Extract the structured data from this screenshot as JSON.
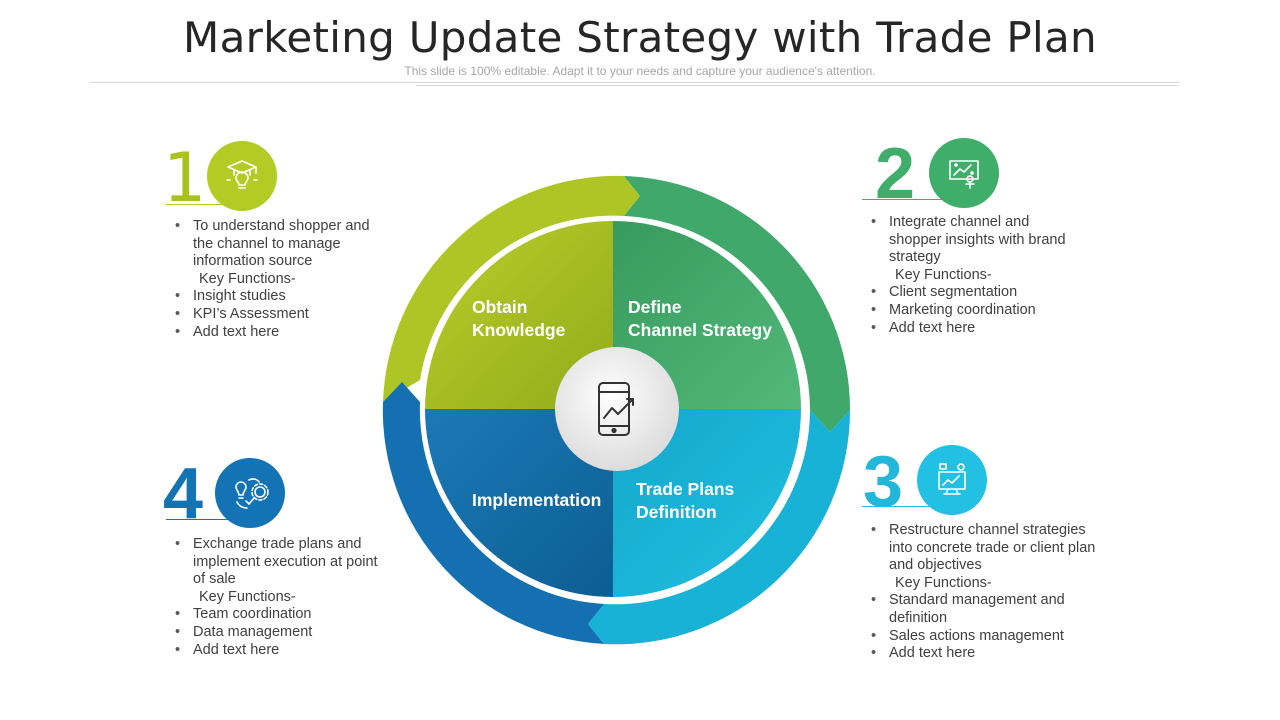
{
  "title": "Marketing Update Strategy with Trade Plan",
  "subtitle": "This slide is 100% editable. Adapt it to your needs and capture your audience's attention.",
  "colors": {
    "green_light": "#b3cc25",
    "green": "#3fae6a",
    "cyan": "#22c1e3",
    "blue": "#1373b4"
  },
  "wheel": {
    "center_icon": "smartphone-growth-chart-icon",
    "quadrants": [
      {
        "line1": "Obtain",
        "line2": "Knowledge"
      },
      {
        "line1": "Define",
        "line2": "Channel Strategy"
      },
      {
        "line1": "Trade Plans",
        "line2": "Definition"
      },
      {
        "line1": "Implementation",
        "line2": ""
      }
    ]
  },
  "steps": [
    {
      "number": "1",
      "icon": "graduation-cap-lightbulb-icon",
      "items": [
        {
          "text": "To understand shopper and",
          "bullet": true
        },
        {
          "text": "the channel to manage",
          "bullet": false
        },
        {
          "text": "information source",
          "bullet": false
        },
        {
          "text": "Key Functions-",
          "bullet": false,
          "sub": true
        },
        {
          "text": "Insight studies",
          "bullet": true
        },
        {
          "text": "KPI’s Assessment",
          "bullet": true
        },
        {
          "text": "Add text here",
          "bullet": true
        }
      ]
    },
    {
      "number": "2",
      "icon": "presentation-board-icon",
      "items": [
        {
          "text": "Integrate channel and",
          "bullet": true
        },
        {
          "text": "shopper insights with brand",
          "bullet": false
        },
        {
          "text": "strategy",
          "bullet": false
        },
        {
          "text": "Key Functions-",
          "bullet": false,
          "sub": true
        },
        {
          "text": "Client segmentation",
          "bullet": true
        },
        {
          "text": "Marketing coordination",
          "bullet": true
        },
        {
          "text": "Add text here",
          "bullet": true
        }
      ]
    },
    {
      "number": "3",
      "icon": "monitor-analytics-icon",
      "items": [
        {
          "text": "Restructure channel strategies",
          "bullet": true
        },
        {
          "text": "into concrete trade or client plan",
          "bullet": false
        },
        {
          "text": "and objectives",
          "bullet": false
        },
        {
          "text": "Key Functions-",
          "bullet": false,
          "sub": true
        },
        {
          "text": "Standard management and",
          "bullet": true
        },
        {
          "text": "definition",
          "bullet": false
        },
        {
          "text": "Sales actions management",
          "bullet": true
        },
        {
          "text": "Add text here",
          "bullet": true
        }
      ]
    },
    {
      "number": "4",
      "icon": "idea-gear-check-icon",
      "items": [
        {
          "text": "Exchange trade plans and",
          "bullet": true
        },
        {
          "text": "implement execution at point",
          "bullet": false
        },
        {
          "text": "of sale",
          "bullet": false
        },
        {
          "text": "Key Functions-",
          "bullet": false,
          "sub": true
        },
        {
          "text": "Team coordination",
          "bullet": true
        },
        {
          "text": "Data management",
          "bullet": true
        },
        {
          "text": "Add text here",
          "bullet": true
        }
      ]
    }
  ]
}
